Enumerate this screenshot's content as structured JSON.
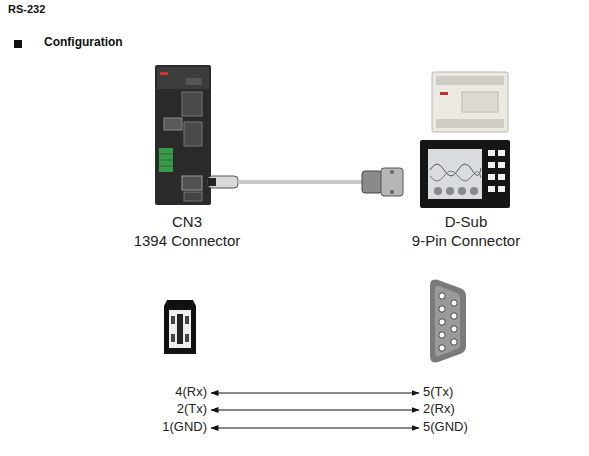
{
  "diagram": {
    "title": "RS-232",
    "labels": [
      "Configuration",
      "CN3",
      "1394 Connector",
      "D-Sub",
      "9-Pin Connector",
      "4(Rx)",
      "2(Tx)",
      "1(GND)",
      "5(Tx)",
      "2(Rx)",
      "5(GND)"
    ]
  }
}
